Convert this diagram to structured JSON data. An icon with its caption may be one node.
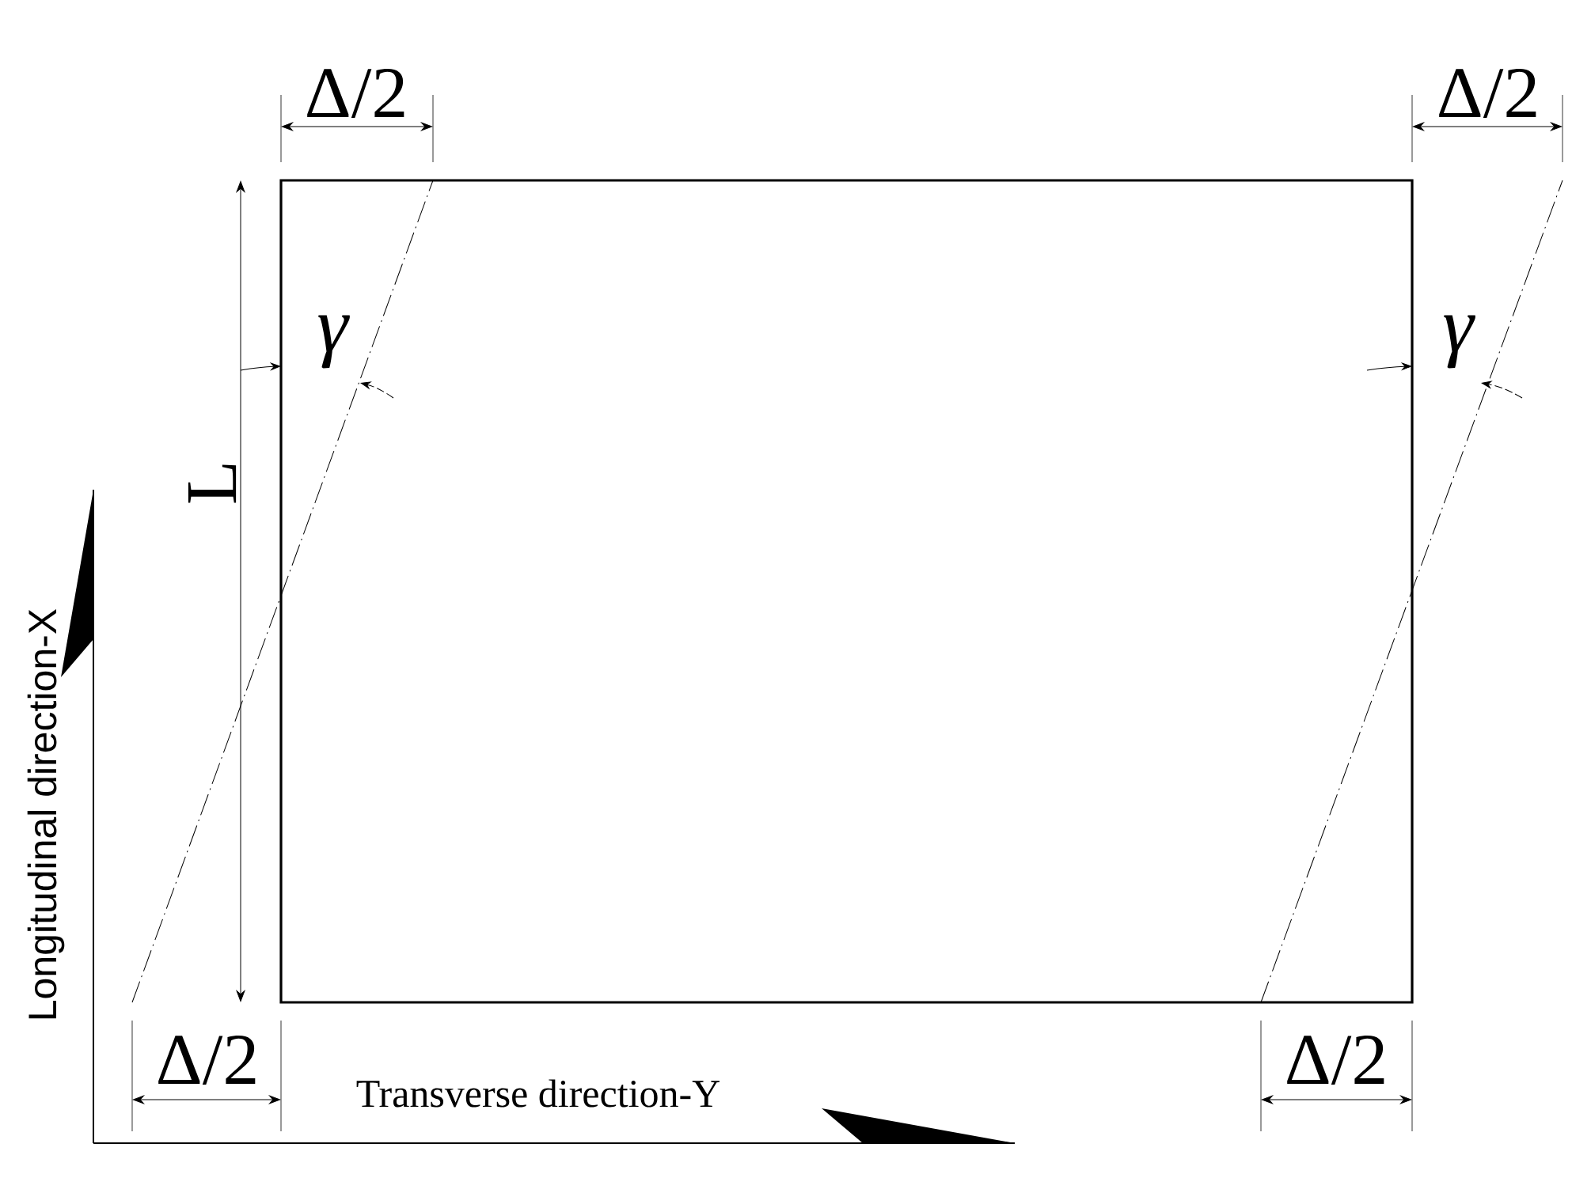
{
  "diagram": {
    "labels": [
      "Δ/2",
      "Δ/2",
      "γ",
      "γ",
      "L",
      "Longitudinal direction-X",
      "Transverse direction-Y",
      "Δ/2",
      "Δ/2"
    ]
  }
}
